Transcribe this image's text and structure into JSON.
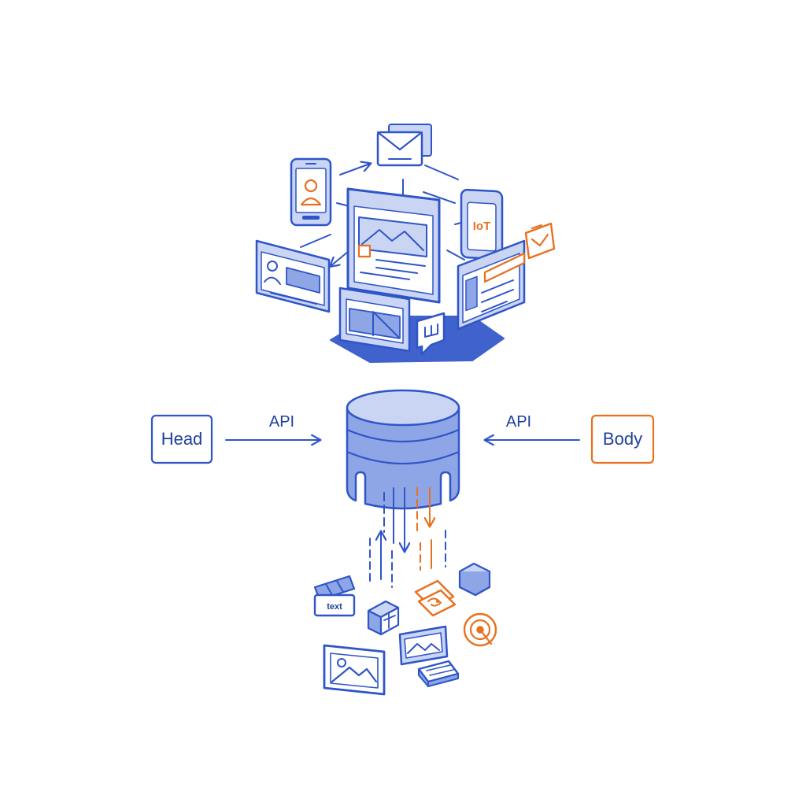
{
  "colors": {
    "primary": "#2f55c8",
    "primary_light": "#c9d5f3",
    "primary_fill": "#8ea6e6",
    "accent": "#e8701f",
    "background": "#ffffff"
  },
  "left_node": {
    "label": "Head"
  },
  "right_node": {
    "label": "Body"
  },
  "left_connector": {
    "label": "API"
  },
  "right_connector": {
    "label": "API"
  },
  "iot_label": "IoT",
  "text_icon_label": "text",
  "icons": {
    "top_cluster": [
      "smartphone-icon",
      "email-icon",
      "iot-device-icon",
      "browser-window-icon",
      "profile-card-icon",
      "web-page-icon",
      "mail-badge-icon",
      "video-frame-icon",
      "speech-bubble-icon"
    ],
    "database": "database-icon",
    "bottom_cluster": [
      "clapperboard-icon",
      "crate-icon",
      "puzzle-tile-icon",
      "layers-icon",
      "image-icon",
      "monitor-icon",
      "keyboard-icon",
      "target-icon"
    ]
  }
}
